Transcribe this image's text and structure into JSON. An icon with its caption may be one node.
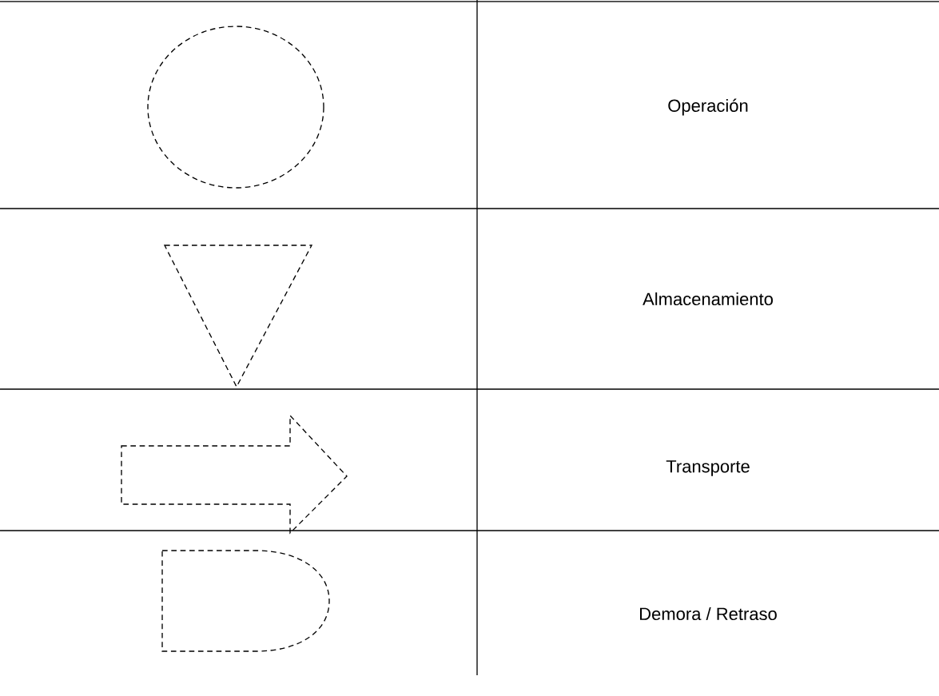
{
  "diagram": {
    "nodes": [
      {
        "text": [],
        "shape": "circle"
      },
      {
        "text": [],
        "shape": "triangle"
      },
      {
        "text": [],
        "shape": "arrow"
      },
      {
        "text": [],
        "shape": "delay"
      }
    ],
    "labels": [
      "Operación",
      "Almacenamiento",
      "Transporte",
      "Demora / Retraso"
    ]
  }
}
